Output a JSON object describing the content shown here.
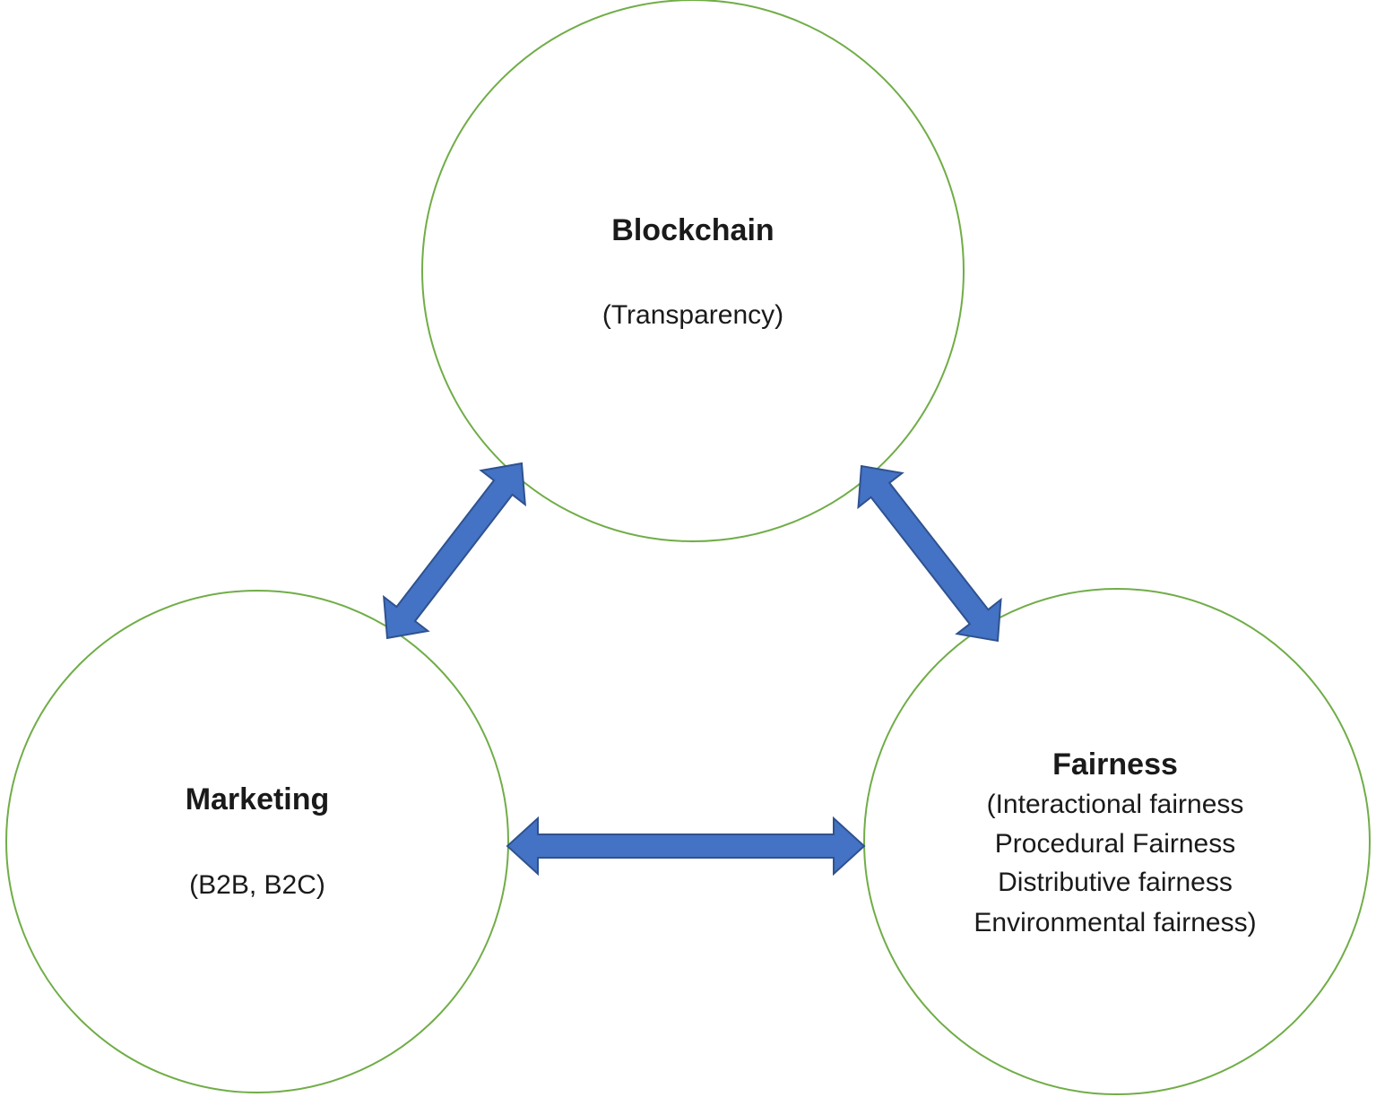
{
  "style": {
    "circle_stroke": "#70ad47",
    "arrow_fill": "#4472c4",
    "arrow_stroke": "#2f528f",
    "text_color": "#1a1a1a"
  },
  "nodes": {
    "blockchain": {
      "title": "Blockchain",
      "subtitle": "(Transparency)"
    },
    "marketing": {
      "title": "Marketing",
      "subtitle": "(B2B, B2C)"
    },
    "fairness": {
      "title": "Fairness",
      "lines": [
        "(Interactional fairness",
        "Procedural Fairness",
        "Distributive fairness",
        "Environmental fairness)"
      ]
    }
  },
  "connections": [
    {
      "from": "blockchain",
      "to": "marketing",
      "type": "bidirectional"
    },
    {
      "from": "blockchain",
      "to": "fairness",
      "type": "bidirectional"
    },
    {
      "from": "marketing",
      "to": "fairness",
      "type": "bidirectional"
    }
  ]
}
